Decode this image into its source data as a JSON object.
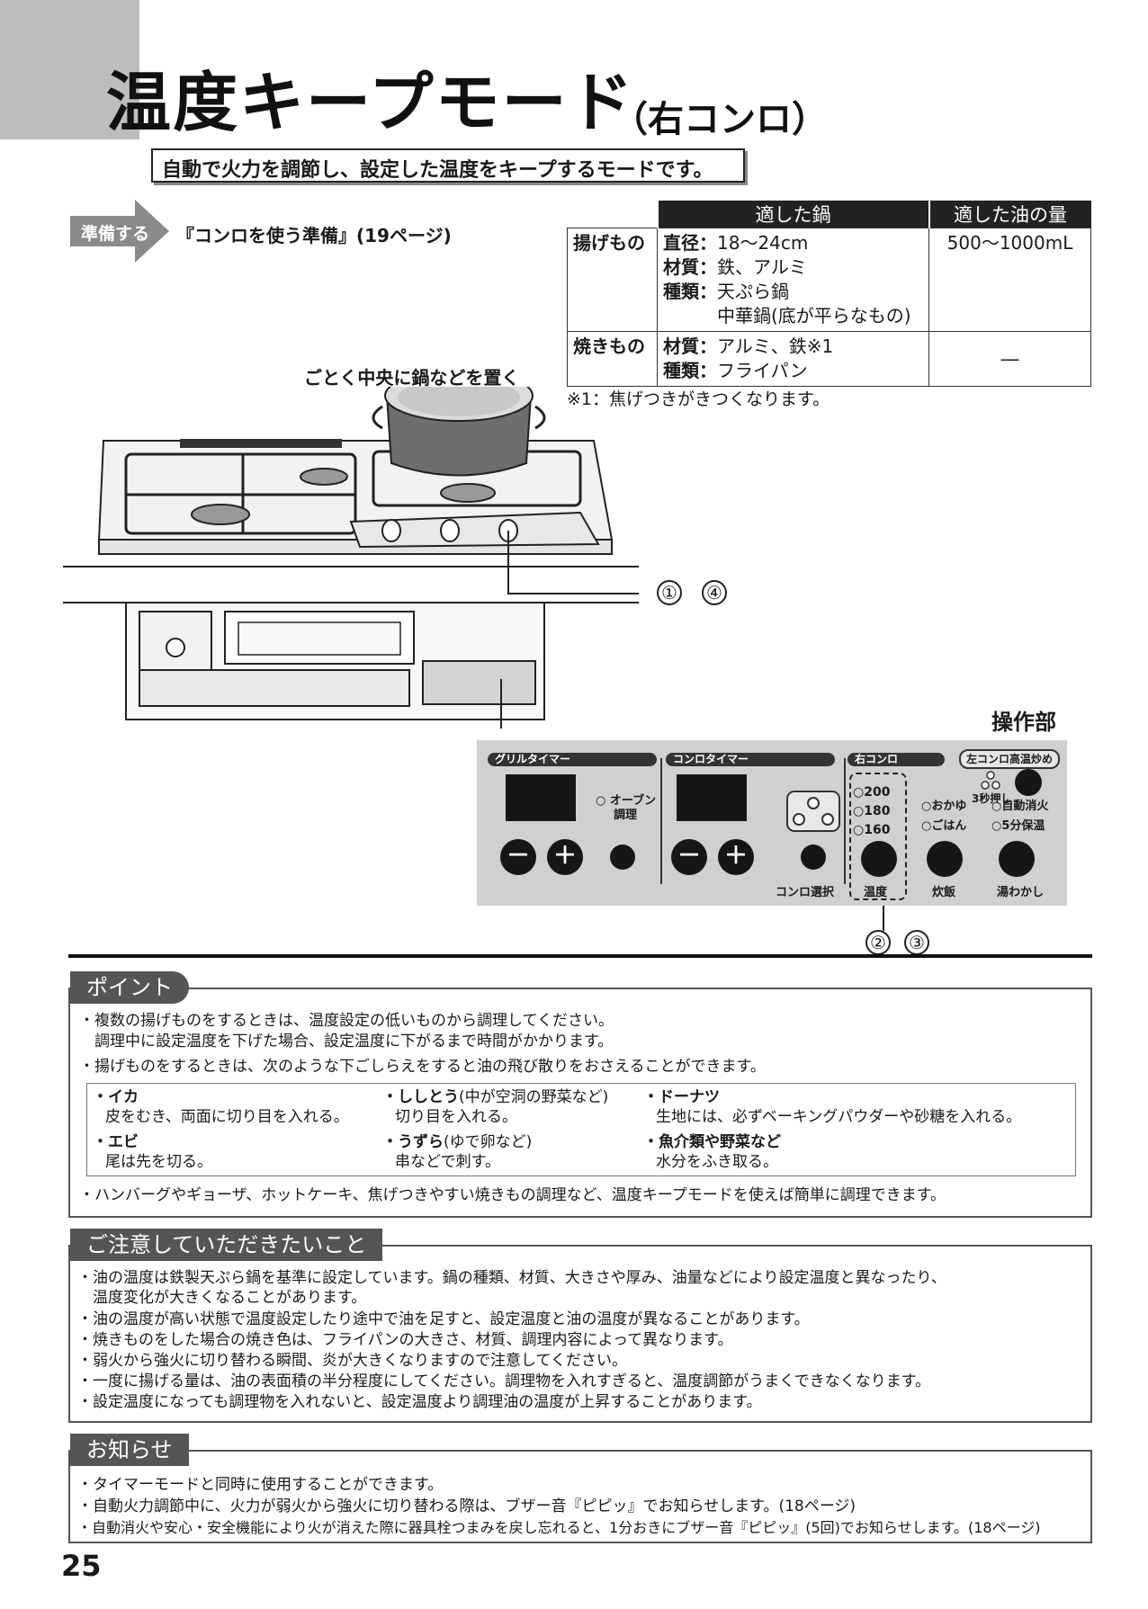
{
  "header": {
    "title": "温度キープモード",
    "title_sub": "（右コンロ）",
    "intro": "自動で火力を調節し、設定した温度をキープするモードです。"
  },
  "prep": {
    "label": "準備する",
    "text": "『コンロを使う準備』(19ページ)"
  },
  "pan_table": {
    "headers": [
      "適した鍋",
      "適した油の量"
    ],
    "rows": [
      {
        "name": "揚げもの",
        "lines": [
          {
            "k": "直径：",
            "v": "18～24cm"
          },
          {
            "k": "材質：",
            "v": "鉄、アルミ"
          },
          {
            "k": "種類：",
            "v": "天ぷら鍋"
          },
          {
            "k": "",
            "v": "中華鍋(底が平らなもの)"
          }
        ],
        "oil": "500～1000mL"
      },
      {
        "name": "焼きもの",
        "lines": [
          {
            "k": "材質：",
            "v": "アルミ、鉄※1"
          },
          {
            "k": "種類：",
            "v": "フライパン"
          }
        ],
        "oil": "―"
      }
    ],
    "footnote": "※1：焦げつきがきつくなります。"
  },
  "illustration": {
    "place_label": "ごとく中央に鍋などを置く",
    "callouts_top": [
      "①",
      "④"
    ],
    "callouts_panel": [
      "②",
      "③"
    ]
  },
  "panel": {
    "title": "操作部",
    "grill_timer": "グリルタイマー",
    "oven_label": "○ オーブン 調理",
    "oven_1": "○ オーブン",
    "oven_2": "調理",
    "konro_timer": "コンロタイマー",
    "konro_select": "コンロ選択",
    "right_konro": "右コンロ",
    "left_high": "左コンロ高温炒め",
    "three_sec": "3秒押し",
    "temps": [
      "○200",
      "○180",
      "○160"
    ],
    "modes_a": [
      "○おかゆ",
      "○ごはん"
    ],
    "modes_b": [
      "○自動消火",
      "○5分保温"
    ],
    "btn_temp": "温度",
    "btn_rice": "炊飯",
    "btn_boil": "湯わかし",
    "minus": "－",
    "plus": "＋"
  },
  "points": {
    "heading": "ポイント",
    "b1_1": "・複数の揚げものをするときは、温度設定の低いものから調理してください。",
    "b1_2": "調理中に設定温度を下げた場合、設定温度に下がるまで時間がかかります。",
    "b2": "・揚げものをするときは、次のような下ごしらえをすると油の飛び散りをおさえることができます。",
    "tips": [
      {
        "title": "・イカ",
        "note": "",
        "desc": "皮をむき、両面に切り目を入れる。"
      },
      {
        "title": "・ししとう",
        "note": "(中が空洞の野菜など)",
        "desc": "切り目を入れる。"
      },
      {
        "title": "・ドーナツ",
        "note": "",
        "desc": "生地には、必ずベーキングパウダーや砂糖を入れる。"
      },
      {
        "title": "・エビ",
        "note": "",
        "desc": "尾は先を切る。"
      },
      {
        "title": "・うずら",
        "note": "(ゆで卵など)",
        "desc": "串などで刺す。"
      },
      {
        "title": "・魚介類や野菜など",
        "note": "",
        "desc": "水分をふき取る。"
      }
    ],
    "b3": "・ハンバーグやギョーザ、ホットケーキ、焦げつきやすい焼きもの調理など、温度キープモードを使えば簡単に調理できます。"
  },
  "cautions": {
    "heading": "ご注意していただきたいこと",
    "items": [
      "・油の温度は鉄製天ぷら鍋を基準に設定しています。鍋の種類、材質、大きさや厚み、油量などにより設定温度と異なったり、",
      "温度変化が大きくなることがあります。",
      "・油の温度が高い状態で温度設定したり途中で油を足すと、設定温度と油の温度が異なることがあります。",
      "・焼きものをした場合の焼き色は、フライパンの大きさ、材質、調理内容によって異なります。",
      "・弱火から強火に切り替わる瞬間、炎が大きくなりますので注意してください。",
      "・一度に揚げる量は、油の表面積の半分程度にしてください。調理物を入れすぎると、温度調節がうまくできなくなります。",
      "・設定温度になっても調理物を入れないと、設定温度より調理油の温度が上昇することがあります。"
    ]
  },
  "notice": {
    "heading": "お知らせ",
    "items": [
      "・タイマーモードと同時に使用することができます。",
      "・自動火力調節中に、火力が弱火から強火に切り替わる際は、ブザー音『ピピッ』でお知らせします。(18ページ)",
      "・自動消火や安心・安全機能により火が消えた際に器具栓つまみを戻し忘れると、1分おきにブザー音『ピピッ』(5回)でお知らせします。(18ページ)"
    ]
  },
  "page_number": "25"
}
